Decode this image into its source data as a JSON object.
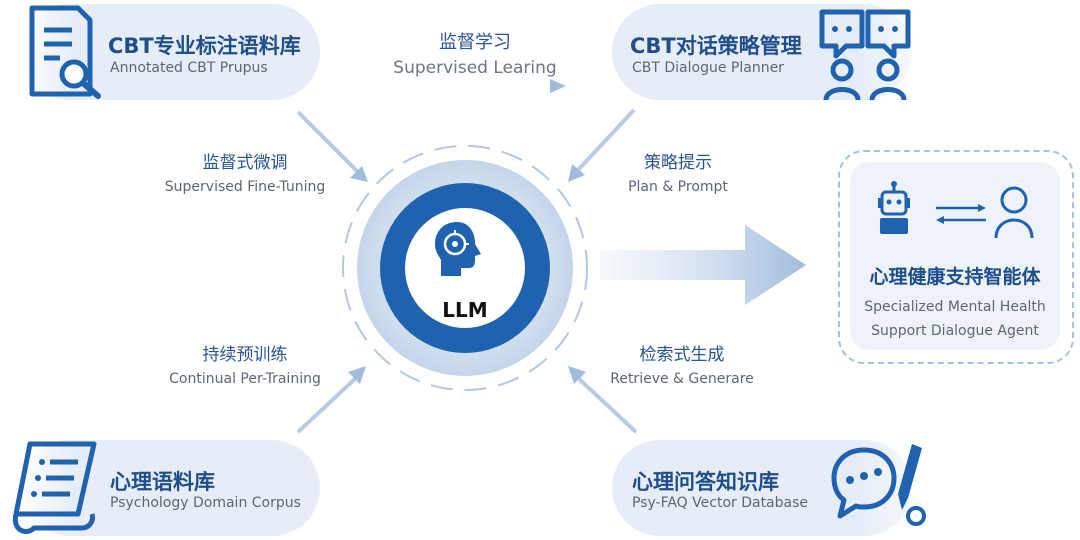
{
  "center": {
    "label": "LLM"
  },
  "nodes": {
    "top_left": {
      "title": "CBT专业标注语料库",
      "subtitle": "Annotated CBT Prupus"
    },
    "top_right": {
      "title": "CBT对话策略管理",
      "subtitle": "CBT Dialogue Planner"
    },
    "bottom_left": {
      "title": "心理语料库",
      "subtitle": "Psychology Domain Corpus"
    },
    "bottom_right": {
      "title": "心理问答知识库",
      "subtitle": "Psy-FAQ Vector Database"
    }
  },
  "edges": {
    "supervised_learning": {
      "cn": "监督学习",
      "en": "Supervised Learing"
    },
    "fine_tuning": {
      "cn": "监督式微调",
      "en": "Supervised Fine-Tuning"
    },
    "plan_prompt": {
      "cn": "策略提示",
      "en": "Plan & Prompt"
    },
    "pre_training": {
      "cn": "持续预训练",
      "en": "Continual Per-Training"
    },
    "retrieve": {
      "cn": "检索式生成",
      "en": "Retrieve & Generare"
    }
  },
  "agent": {
    "title": "心理健康支持智能体",
    "subtitle_line1": "Specialized Mental Health",
    "subtitle_line2": "Support Dialogue Agent"
  },
  "colors": {
    "primary": "#1f5fae",
    "dark": "#1f4e8c",
    "light": "#c9d8ec"
  }
}
